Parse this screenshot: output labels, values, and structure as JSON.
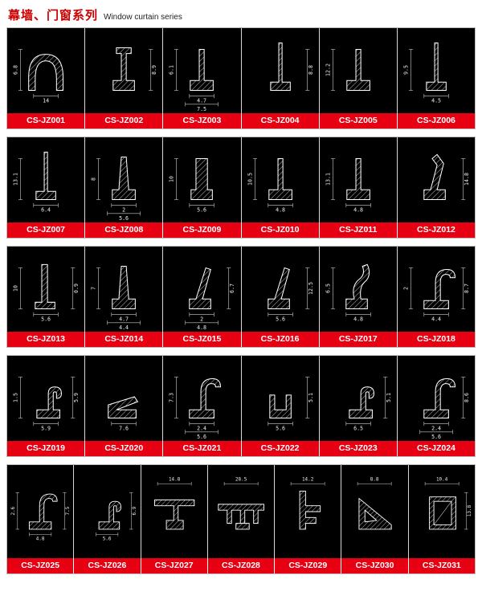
{
  "page": {
    "title_zh": "幕墙、门窗系列",
    "title_en": "Window curtain series"
  },
  "colors": {
    "accent_red": "#e60012",
    "panel_black": "#000000",
    "title_red": "#cc0000"
  },
  "rows": [
    {
      "cells": [
        {
          "code": "CS-JZ001",
          "shape": "dome",
          "dims": {
            "l": "6.8",
            "b1": "14"
          }
        },
        {
          "code": "CS-JZ002",
          "shape": "tee",
          "dims": {
            "r": "8.9"
          }
        },
        {
          "code": "CS-JZ003",
          "shape": "blade",
          "dims": {
            "l": "6.1",
            "b1": "4.7",
            "b2": "7.5"
          }
        },
        {
          "code": "CS-JZ004",
          "shape": "blade2",
          "dims": {
            "r": "8.8"
          }
        },
        {
          "code": "CS-JZ005",
          "shape": "blade",
          "dims": {
            "l": "12.2"
          }
        },
        {
          "code": "CS-JZ006",
          "shape": "blade2",
          "dims": {
            "l": "9.5",
            "b1": "4.5"
          }
        }
      ]
    },
    {
      "cells": [
        {
          "code": "CS-JZ007",
          "shape": "blade2",
          "dims": {
            "l": "13.1",
            "b1": "6.4"
          }
        },
        {
          "code": "CS-JZ008",
          "shape": "wedge",
          "dims": {
            "l": "8",
            "b1": "2",
            "b2": "5.6"
          }
        },
        {
          "code": "CS-JZ009",
          "shape": "bar",
          "dims": {
            "l": "10",
            "b1": "5.6"
          }
        },
        {
          "code": "CS-JZ010",
          "shape": "blade",
          "dims": {
            "l": "10.5",
            "b1": "4.8"
          }
        },
        {
          "code": "CS-JZ011",
          "shape": "blade",
          "dims": {
            "l": "13.1",
            "b1": "4.8"
          }
        },
        {
          "code": "CS-JZ012",
          "shape": "flag2",
          "dims": {
            "r": "14.8"
          }
        }
      ]
    },
    {
      "cells": [
        {
          "code": "CS-JZ013",
          "shape": "lbar",
          "dims": {
            "l": "10",
            "r": "0.9",
            "b1": "5.6"
          }
        },
        {
          "code": "CS-JZ014",
          "shape": "wedge",
          "dims": {
            "l": "7",
            "b1": "4.7",
            "b2": "4.4"
          }
        },
        {
          "code": "CS-JZ015",
          "shape": "flag",
          "dims": {
            "r": "6.7",
            "b1": "2",
            "b2": "4.8"
          }
        },
        {
          "code": "CS-JZ016",
          "shape": "flag",
          "dims": {
            "r": "12.5",
            "b1": "5.6"
          }
        },
        {
          "code": "CS-JZ017",
          "shape": "sblade",
          "dims": {
            "l": "6.5",
            "b1": "4.8"
          }
        },
        {
          "code": "CS-JZ018",
          "shape": "hook",
          "dims": {
            "l": "2",
            "r": "8.7",
            "b1": "4.4"
          }
        }
      ]
    },
    {
      "cells": [
        {
          "code": "CS-JZ019",
          "shape": "hook2",
          "dims": {
            "l": "1.5",
            "r": "5.9",
            "b1": "5.9"
          }
        },
        {
          "code": "CS-JZ020",
          "shape": "lowstrip",
          "dims": {
            "b1": "7.6"
          }
        },
        {
          "code": "CS-JZ021",
          "shape": "hook",
          "dims": {
            "l": "7.3",
            "b1": "2.4",
            "b2": "5.6"
          }
        },
        {
          "code": "CS-JZ022",
          "shape": "claw",
          "dims": {
            "r": "5.1",
            "b1": "5.6"
          }
        },
        {
          "code": "CS-JZ023",
          "shape": "hook2",
          "dims": {
            "r": "5.1",
            "b1": "6.5"
          }
        },
        {
          "code": "CS-JZ024",
          "shape": "hook",
          "dims": {
            "r": "8.6",
            "b1": "2.4",
            "b2": "5.6"
          }
        }
      ]
    },
    {
      "cells": [
        {
          "code": "CS-JZ025",
          "shape": "hook",
          "dims": {
            "l": "2.6",
            "r": "7.5",
            "b1": "4.8"
          }
        },
        {
          "code": "CS-JZ026",
          "shape": "hook2",
          "dims": {
            "r": "6.9",
            "b1": "5.6"
          }
        },
        {
          "code": "CS-JZ027",
          "shape": "widet",
          "dims": {
            "t": "14.8"
          }
        },
        {
          "code": "CS-JZ028",
          "shape": "comb",
          "dims": {
            "t": "28.5"
          }
        },
        {
          "code": "CS-JZ029",
          "shape": "fprof",
          "dims": {
            "t": "14.2"
          }
        },
        {
          "code": "CS-JZ030",
          "shape": "tri",
          "dims": {
            "t": "8.8"
          }
        },
        {
          "code": "CS-JZ031",
          "shape": "frame",
          "dims": {
            "t": "10.4",
            "r": "13.8"
          }
        }
      ]
    }
  ]
}
